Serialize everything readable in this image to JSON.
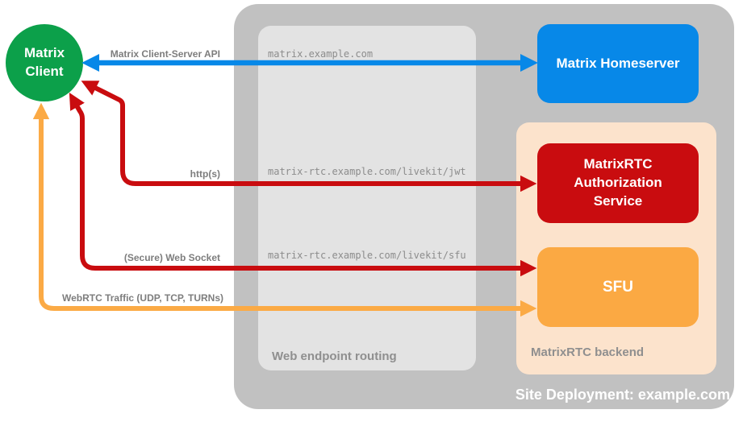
{
  "client": {
    "label": "Matrix\nClient",
    "color": "#0ca04a"
  },
  "site": {
    "label": "Site Deployment: example.com",
    "color": "#c1c1c1"
  },
  "routing": {
    "label": "Web endpoint routing",
    "color": "#e3e3e3",
    "endpoints": {
      "homeserver": "matrix.example.com",
      "auth": "matrix-rtc.example.com/livekit/jwt",
      "sfu": "matrix-rtc.example.com/livekit/sfu"
    }
  },
  "backend": {
    "label": "MatrixRTC backend",
    "color": "#fce3cc"
  },
  "nodes": {
    "homeserver": {
      "label": "Matrix Homeserver",
      "color": "#0788e8"
    },
    "auth": {
      "label": "MatrixRTC Authorization Service",
      "color": "#c90c0f"
    },
    "sfu": {
      "label": "SFU",
      "color": "#fba943"
    }
  },
  "arrows": {
    "api": {
      "label": "Matrix Client-Server API",
      "color": "#0788e8",
      "direction": "bidirectional"
    },
    "https": {
      "label": "http(s)",
      "color": "#c90c0f",
      "direction": "bidirectional"
    },
    "websocket": {
      "label": "(Secure) Web Socket",
      "color": "#c90c0f",
      "direction": "bidirectional"
    },
    "webrtc": {
      "label": "WebRTC Traffic (UDP, TCP, TURNs)",
      "color": "#fbaa45",
      "direction": "bidirectional"
    }
  }
}
